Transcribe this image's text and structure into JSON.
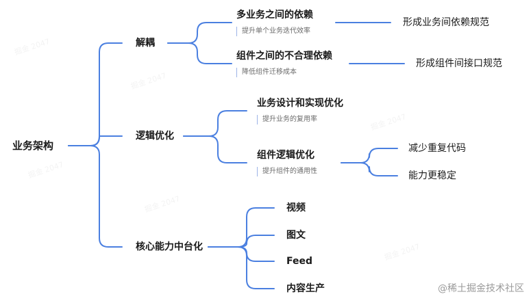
{
  "colors": {
    "line": "#4a7fe0"
  },
  "root": {
    "label": "业务架构"
  },
  "branches": {
    "decouple": {
      "label": "解耦"
    },
    "logic": {
      "label": "逻辑优化"
    },
    "core": {
      "label": "核心能力中台化"
    }
  },
  "decouple_items": {
    "a": {
      "label": "多业务之间的依赖",
      "note": "提升单个业务迭代效率",
      "result": "形成业务间依赖规范"
    },
    "b": {
      "label": "组件之间的不合理依赖",
      "note": "降低组件迁移成本",
      "result": "形成组件间接口规范"
    }
  },
  "logic_items": {
    "a": {
      "label": "业务设计和实现优化",
      "note": "提升业务的复用率"
    },
    "b": {
      "label": "组件逻辑优化",
      "note": "提升组件的通用性",
      "results": [
        "减少重复代码",
        "能力更稳定"
      ]
    }
  },
  "core_items": [
    "视频",
    "图文",
    "Feed",
    "内容生产"
  ],
  "watermark": "掘金 2047",
  "footer": "@稀土掘金技术社区"
}
